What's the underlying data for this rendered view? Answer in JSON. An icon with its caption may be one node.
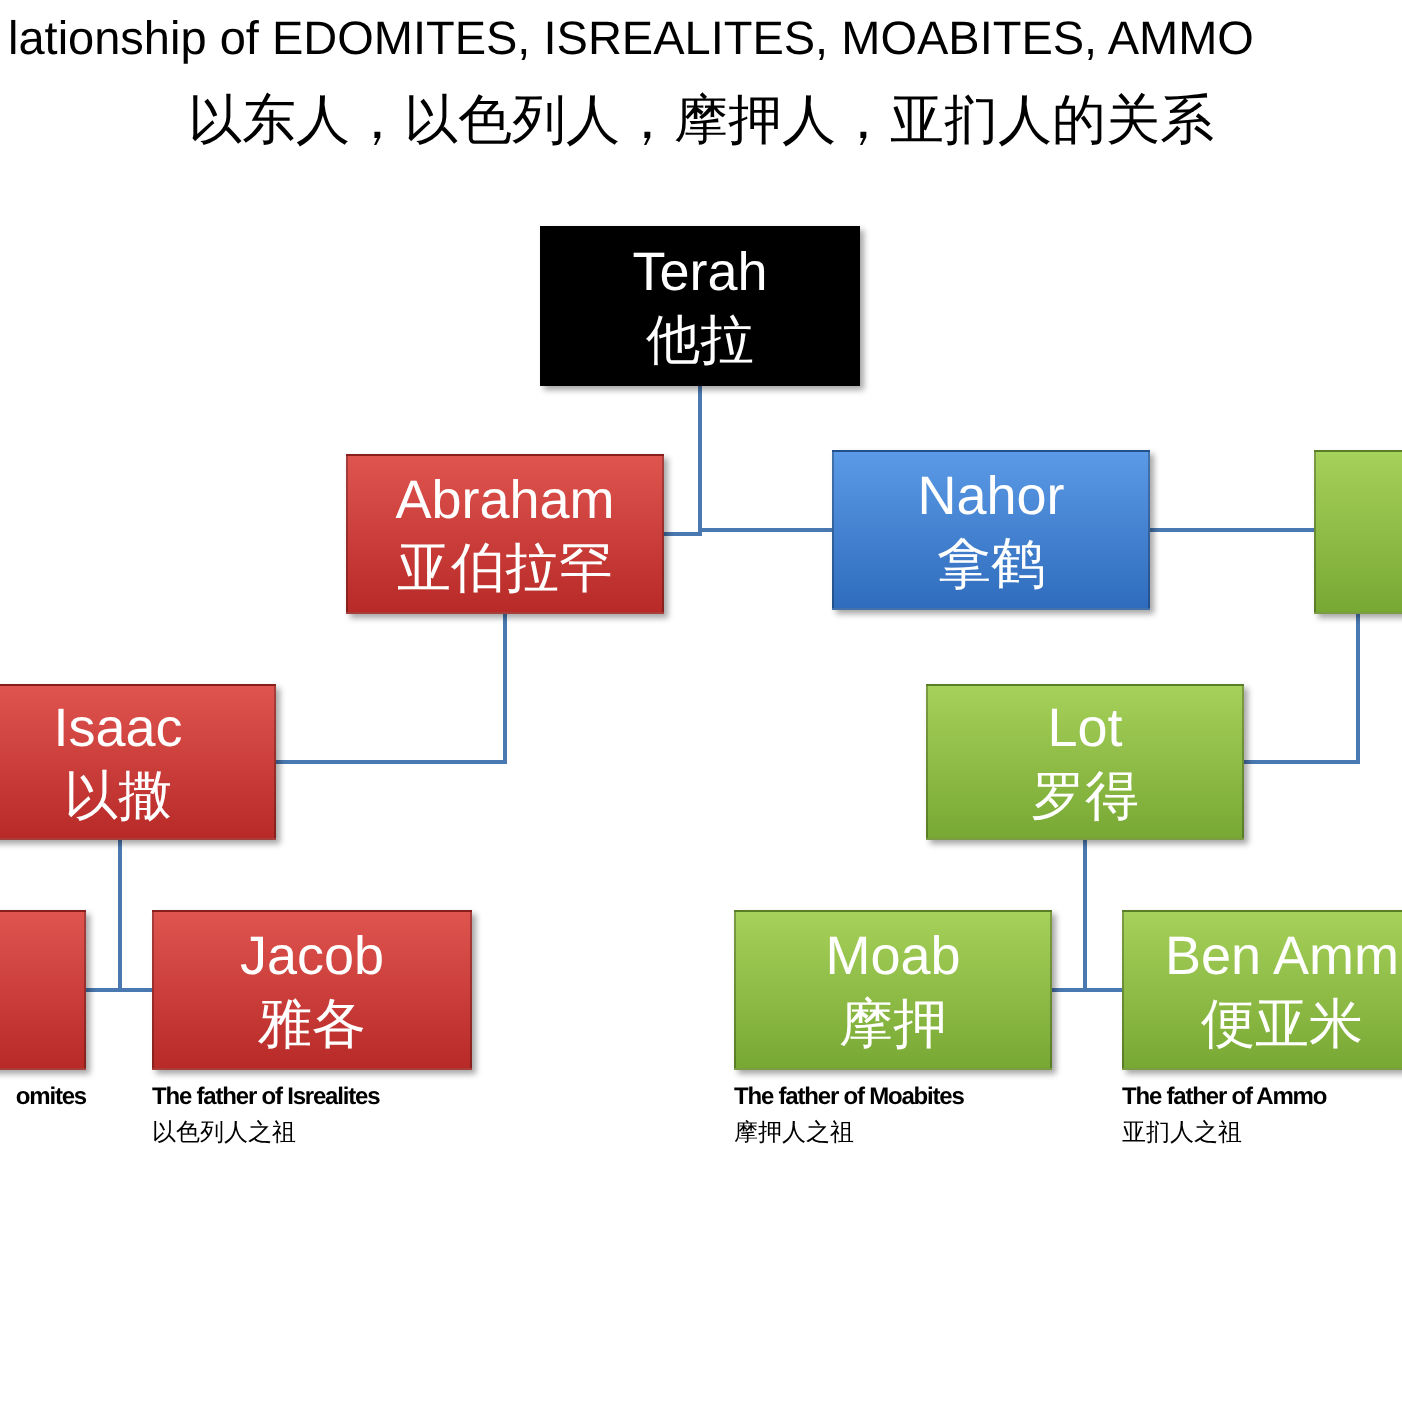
{
  "diagram": {
    "title": "lationship of EDOMITES, ISREALITES, MOABITES, AMMO",
    "nodes": [
      {
        "text": [
          "Terah",
          "他拉"
        ]
      },
      {
        "text": [
          "Abraham",
          "亚伯拉罕"
        ]
      },
      {
        "text": [
          "Nahor",
          "拿鹤"
        ]
      },
      {
        "text": [],
        "shape": "box"
      },
      {
        "text": [
          "Isaac",
          "以撒"
        ]
      },
      {
        "text": [
          "Lot",
          "罗得"
        ]
      },
      {
        "text": [],
        "shape": "box",
        "beside": [
          "omites"
        ]
      },
      {
        "text": [
          "Jacob",
          "雅各"
        ],
        "beside": [
          "The father of Isrealites",
          "以色列人之祖"
        ]
      },
      {
        "text": [
          "Moab",
          "摩押"
        ],
        "beside": [
          "The father of Moabites",
          "摩押人之祖"
        ]
      },
      {
        "text": [
          "Ben Amm",
          "便亚米"
        ],
        "beside": [
          "The father of  Ammo",
          "亚扪人之祖"
        ]
      }
    ],
    "edges": [
      {
        "from": 0,
        "to": 1,
        "arrow": "none"
      },
      {
        "from": 0,
        "to": 2,
        "arrow": "none"
      },
      {
        "from": 2,
        "to": 3,
        "arrow": "none"
      },
      {
        "from": 1,
        "to": 4,
        "arrow": "none"
      },
      {
        "from": 3,
        "to": 5,
        "arrow": "none"
      },
      {
        "from": 4,
        "to": 6,
        "arrow": "none"
      },
      {
        "from": 4,
        "to": 7,
        "arrow": "none"
      },
      {
        "from": 5,
        "to": 8,
        "arrow": "none"
      },
      {
        "from": 5,
        "to": 9,
        "arrow": "none"
      }
    ],
    "labels": [
      "以东人，以色列人，摩押人，亚扪人的关系"
    ]
  }
}
